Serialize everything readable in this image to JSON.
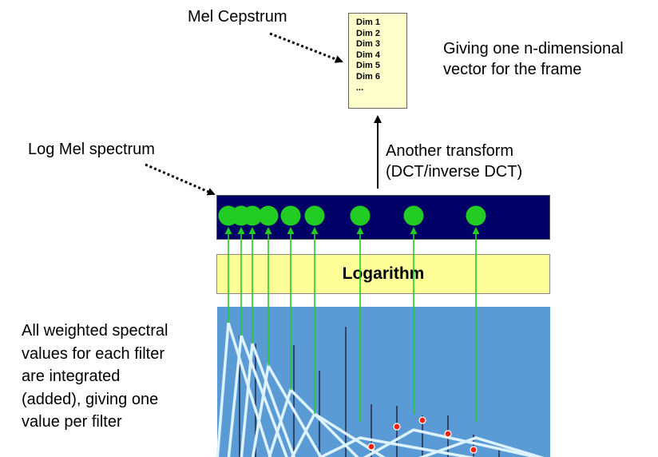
{
  "labels": {
    "mel_cepstrum": "Mel Cepstrum",
    "vector_text": "Giving one n-dimensional\nvector for the frame",
    "log_mel_spectrum": "Log Mel spectrum",
    "transform_text": "Another transform\n(DCT/inverse DCT)",
    "logarithm": "Logarithm",
    "integration_text": "All weighted spectral\nvalues for each filter\nare integrated\n(added), giving one\nvalue per filter"
  },
  "cepstrum_dims": [
    "Dim 1",
    "Dim 2",
    "Dim 3",
    "Dim 4",
    "Dim 5",
    "Dim 6",
    "..."
  ],
  "colors": {
    "mel_bar": "#000066",
    "dot": "#22cc22",
    "arrow": "#22cc22",
    "log_box": "#ffff99",
    "spectrum_bg": "#5b9bd5",
    "filter_line": "#ddf3ff",
    "sample_dot": "#ff2200",
    "cepstrum_box": "#ffffcc"
  },
  "filter_count": 9
}
